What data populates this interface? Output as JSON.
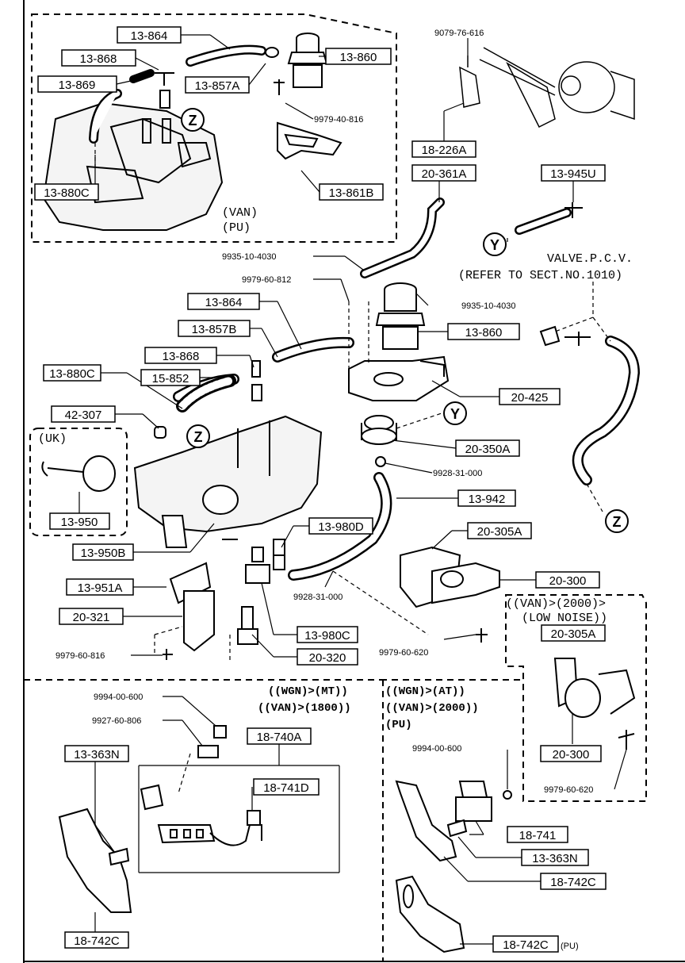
{
  "labels": {
    "p13_864_a": "13-864",
    "p13_868_a": "13-868",
    "p13_860_a": "13-860",
    "p13_869": "13-869",
    "p13_857A": "13-857A",
    "p13_880C_a": "13-880C",
    "p13_861B": "13-861B",
    "p18_226A": "18-226A",
    "p20_361A": "20-361A",
    "p13_945U": "13-945U",
    "p13_864_b": "13-864",
    "p13_857B": "13-857B",
    "p13_860_b": "13-860",
    "p13_868_b": "13-868",
    "p13_880C_b": "13-880C",
    "p15_852": "15-852",
    "p20_425": "20-425",
    "p42_307": "42-307",
    "p20_350A": "20-350A",
    "p13_942": "13-942",
    "p13_950": "13-950",
    "p13_980D": "13-980D",
    "p20_305A_a": "20-305A",
    "p13_950B": "13-950B",
    "p20_300_a": "20-300",
    "p13_951A": "13-951A",
    "p20_321": "20-321",
    "p13_980C": "13-980C",
    "p20_305A_b": "20-305A",
    "p20_320": "20-320",
    "p18_740A": "18-740A",
    "p13_363N_a": "13-363N",
    "p18_741D": "18-741D",
    "p20_300_b": "20-300",
    "p18_741": "18-741",
    "p13_363N_b": "13-363N",
    "p18_742C_a": "18-742C",
    "p18_742C_b": "18-742C",
    "p18_742C_c": "18-742C"
  },
  "bolts": {
    "b9079_76_616": "9079-76-616",
    "b9979_40_816": "9979-40-816",
    "b9935_10_4030_a": "9935-10-4030",
    "b9979_60_812": "9979-60-812",
    "b9935_10_4030_b": "9935-10-4030",
    "b9928_31_000_a": "9928-31-000",
    "b9928_31_000_b": "9928-31-000",
    "b9979_60_620_a": "9979-60-620",
    "b9979_60_816": "9979-60-816",
    "b9994_00_600_a": "9994-00-600",
    "b9927_60_806": "9927-60-806",
    "b9994_00_600_b": "9994-00-600",
    "b9979_60_620_b": "9979-60-620"
  },
  "notes": {
    "van": "(VAN)",
    "pu": "(PU)",
    "valve_pcv": "VALVE.P.C.V.",
    "refer": "(REFER TO SECT.NO.1010)",
    "uk": "(UK)",
    "van2000": "((VAN)>(2000)>",
    "low_noise": "(LOW NOISE))",
    "wgn_mt": "((WGN)>(MT))",
    "van1800": "((VAN)>(1800))",
    "wgn_at": "((WGN)>(AT))",
    "van2000b": "((VAN)>(2000))",
    "pu2": "(PU)",
    "pu_small": "(PU)"
  },
  "circles": {
    "z1": "Z",
    "z2": "Z",
    "z3": "Z",
    "y1": "Y",
    "y2": "Y"
  }
}
